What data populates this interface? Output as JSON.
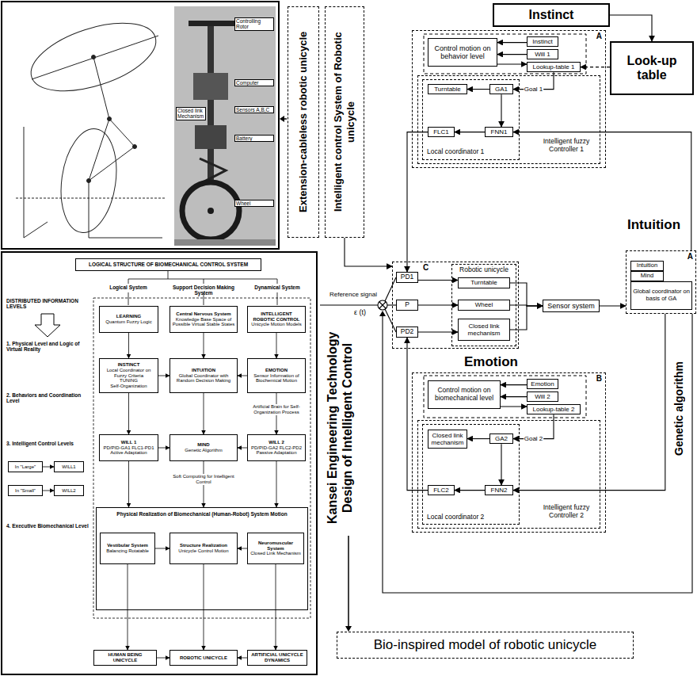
{
  "diagram": {
    "nodes": [
      {
        "text": [
          "Extension-cableless robotic unicycle"
        ]
      },
      {
        "text": [
          "Intelligent control System of Robotic unicycle"
        ]
      },
      {
        "text": [
          "Instinct"
        ]
      },
      {
        "text": [
          "Look-up table"
        ]
      },
      {
        "text": [
          "A"
        ]
      },
      {
        "text": [
          "Control motion on behavior level"
        ],
        "in": 4
      },
      {
        "text": [
          "Instinct"
        ],
        "in": 4
      },
      {
        "text": [
          "Will 1"
        ],
        "in": 4
      },
      {
        "text": [
          "Lookup-table 1"
        ],
        "in": 4
      },
      {
        "text": [
          "Intelligent fuzzy Controller 1"
        ],
        "in": 4
      },
      {
        "text": [
          "Local coordinator 1"
        ],
        "in": 9
      },
      {
        "text": [
          "Turntable"
        ],
        "in": 10
      },
      {
        "text": [
          "GA1"
        ],
        "in": 10
      },
      {
        "text": [
          "FLC1"
        ],
        "in": 10
      },
      {
        "text": [
          "FNN1"
        ],
        "in": 10
      },
      {
        "text": [
          "C"
        ]
      },
      {
        "text": [
          "PD1"
        ],
        "in": 15
      },
      {
        "text": [
          "P"
        ],
        "in": 15
      },
      {
        "text": [
          "PD2"
        ],
        "in": 15
      },
      {
        "text": [
          "Robotic unicycle"
        ],
        "in": 15
      },
      {
        "text": [
          "Turntable"
        ],
        "in": 19
      },
      {
        "text": [
          "Wheel"
        ],
        "in": 19
      },
      {
        "text": [
          "Closed link mechanism"
        ],
        "in": 19
      },
      {
        "text": [
          "Sensor system"
        ]
      },
      {
        "text": [
          "A"
        ]
      },
      {
        "text": [
          "Intuition"
        ],
        "in": 24
      },
      {
        "text": [
          "Mind"
        ],
        "in": 24
      },
      {
        "text": [
          "Global coordinator on basis of GA"
        ],
        "in": 24
      },
      {
        "text": [
          "B"
        ]
      },
      {
        "text": [
          "Control motion on biomechanical level"
        ],
        "in": 28
      },
      {
        "text": [
          "Emotion"
        ],
        "in": 28
      },
      {
        "text": [
          "Will 2"
        ],
        "in": 28
      },
      {
        "text": [
          "Lookup-table 2"
        ],
        "in": 28
      },
      {
        "text": [
          "Intelligent fuzzy Controller 2"
        ],
        "in": 28
      },
      {
        "text": [
          "Local coordinator 2"
        ],
        "in": 33
      },
      {
        "text": [
          "Closed link mechanism"
        ],
        "in": 34
      },
      {
        "text": [
          "GA2"
        ],
        "in": 34
      },
      {
        "text": [
          "FLC2"
        ],
        "in": 34
      },
      {
        "text": [
          "FNN2"
        ],
        "in": 34
      },
      {
        "text": [
          "Bio-inspired model of robotic unicycle"
        ]
      },
      {
        "text": [
          "LOGICAL STRUCTURE OF BIOMECHANICAL CONTROL SYSTEM"
        ]
      },
      {
        "text": [
          "LEARNING",
          "Quantum Fuzzy Logic"
        ]
      },
      {
        "text": [
          "Central Nervous System",
          "Knowledge Base Space of Possible Virtual Stable States"
        ]
      },
      {
        "text": [
          "INTELLIGENT ROBOTIC CONTROL",
          "Unicycle Motion Models"
        ]
      },
      {
        "text": [
          "INSTINCT",
          "Local Coordinator on Fuzzy Criteria",
          "TUNING",
          "Self-Organization"
        ]
      },
      {
        "text": [
          "INTUITION",
          "Global Coordinator with Random Decision Making"
        ]
      },
      {
        "text": [
          "EMOTION",
          "Sensor Information of Biochemical Motion"
        ]
      },
      {
        "text": [
          "WILL 1",
          "PD/PID-GA1 FLC1-PD1",
          "Active Adaptation"
        ]
      },
      {
        "text": [
          "MIND",
          "Genetic Algorithm"
        ]
      },
      {
        "text": [
          "WILL 2",
          "PD/PID-GA2 FLC2-PD2",
          "Passive Adaptation"
        ]
      },
      {
        "text": [
          "In \"Large\""
        ]
      },
      {
        "text": [
          "WILL1"
        ]
      },
      {
        "text": [
          "In \"Small\""
        ]
      },
      {
        "text": [
          "WILL2"
        ]
      },
      {
        "text": [
          "Physical Realization of Biomechanical (Human-Robot) System Motion"
        ]
      },
      {
        "text": [
          "Vestibular System",
          "Balancing Rotatable"
        ],
        "in": 54
      },
      {
        "text": [
          "Structure Realization",
          "Unicycle Control Motion"
        ],
        "in": 54
      },
      {
        "text": [
          "Neuromuscular System",
          "Closed Link Mechanism"
        ],
        "in": 54
      },
      {
        "text": [
          "HUMAN BEING UNICYCLE"
        ]
      },
      {
        "text": [
          "ROBOTIC UNICYCLE"
        ]
      },
      {
        "text": [
          "ARTIFICIAL UNICYCLE DYNAMICS"
        ]
      }
    ],
    "edges": [
      {
        "from": 2,
        "to": 3,
        "arrow": "to"
      },
      {
        "from": 3,
        "to": 8,
        "arrow": "to"
      },
      {
        "from": 6,
        "to": 5,
        "arrow": "to"
      },
      {
        "from": 7,
        "to": 5,
        "arrow": "to"
      },
      {
        "from": 5,
        "to": 8,
        "arrow": "to"
      },
      {
        "from": 8,
        "to": 12,
        "label": "Goal 1",
        "arrow": "to"
      },
      {
        "from": 12,
        "to": 11,
        "arrow": "to"
      },
      {
        "from": 12,
        "to": 14,
        "arrow": "to"
      },
      {
        "from": 14,
        "to": 13,
        "arrow": "to"
      },
      {
        "from": 13,
        "to": 16,
        "arrow": "to"
      },
      {
        "from": 1,
        "to": 15,
        "arrow": "to"
      },
      {
        "from": 16,
        "to": 20,
        "arrow": "to"
      },
      {
        "from": 17,
        "to": 21,
        "arrow": "to"
      },
      {
        "from": 18,
        "to": 22,
        "arrow": "to"
      },
      {
        "from": 20,
        "to": 23,
        "arrow": "to"
      },
      {
        "from": 21,
        "to": 23,
        "arrow": "to"
      },
      {
        "from": 22,
        "to": 23,
        "arrow": "to"
      },
      {
        "from": 23,
        "to": 24,
        "arrow": "to"
      },
      {
        "from": 24,
        "to": 14,
        "arrow": "to"
      },
      {
        "from": 24,
        "to": 38,
        "arrow": "to"
      },
      {
        "from": 30,
        "to": 29,
        "arrow": "to"
      },
      {
        "from": 31,
        "to": 29,
        "arrow": "to"
      },
      {
        "from": 29,
        "to": 32,
        "arrow": "to"
      },
      {
        "from": 32,
        "to": 36,
        "label": "Goal 2",
        "arrow": "to"
      },
      {
        "from": 36,
        "to": 35,
        "arrow": "to"
      },
      {
        "from": 36,
        "to": 38,
        "arrow": "to"
      },
      {
        "from": 38,
        "to": 37,
        "arrow": "to"
      },
      {
        "from": 37,
        "to": 18,
        "arrow": "to"
      },
      {
        "from": 41,
        "to": 44,
        "arrow": "to"
      },
      {
        "from": 42,
        "to": 45,
        "arrow": "to"
      },
      {
        "from": 43,
        "to": 46,
        "arrow": "to"
      },
      {
        "from": 44,
        "to": 45,
        "arrow": "to"
      },
      {
        "from": 46,
        "to": 45,
        "arrow": "to"
      },
      {
        "from": 44,
        "to": 47,
        "arrow": "to"
      },
      {
        "from": 45,
        "to": 48,
        "arrow": "to"
      },
      {
        "from": 46,
        "to": 49,
        "arrow": "to"
      },
      {
        "from": 47,
        "to": 48,
        "arrow": "to"
      },
      {
        "from": 49,
        "to": 48,
        "arrow": "to"
      },
      {
        "from": 47,
        "to": 54,
        "arrow": "to"
      },
      {
        "from": 48,
        "to": 54,
        "arrow": "to"
      },
      {
        "from": 49,
        "to": 54,
        "arrow": "to"
      },
      {
        "from": 55,
        "to": 56,
        "arrow": "to"
      },
      {
        "from": 57,
        "to": 56,
        "arrow": "to"
      },
      {
        "from": 55,
        "to": 58,
        "arrow": "to"
      },
      {
        "from": 56,
        "to": 59,
        "arrow": "to"
      },
      {
        "from": 57,
        "to": 60,
        "arrow": "to"
      },
      {
        "from": 58,
        "to": 59,
        "arrow": "to"
      },
      {
        "from": 60,
        "to": 59,
        "arrow": "to"
      },
      {
        "from": 50,
        "to": 51,
        "arrow": "to"
      },
      {
        "from": 52,
        "to": 53,
        "arrow": "to"
      }
    ],
    "labels": [
      "Controlling Rotor",
      "Computer",
      "Sensors A,B,C",
      "Battery",
      "Closed link Mechanism",
      "Wheel",
      "Intuition",
      "Reference signal",
      "ε (t)",
      "Emotion",
      "Genetic algorithm",
      "Kansei Engineering Technology Design of Intelligent Control",
      "Logical System",
      "Support Decision Making System",
      "Dynamical System",
      "DISTRIBUTED INFORMATION LEVELS",
      "1. Physical Level and Logic of Virtual Reality",
      "2. Behaviors and Coordination Level",
      "3. Intelligent Control Levels",
      "4. Executive Biomechanical Level",
      "Artificial Brain for Self-Organization Process",
      "Soft Computing for Intelligent Control"
    ]
  }
}
